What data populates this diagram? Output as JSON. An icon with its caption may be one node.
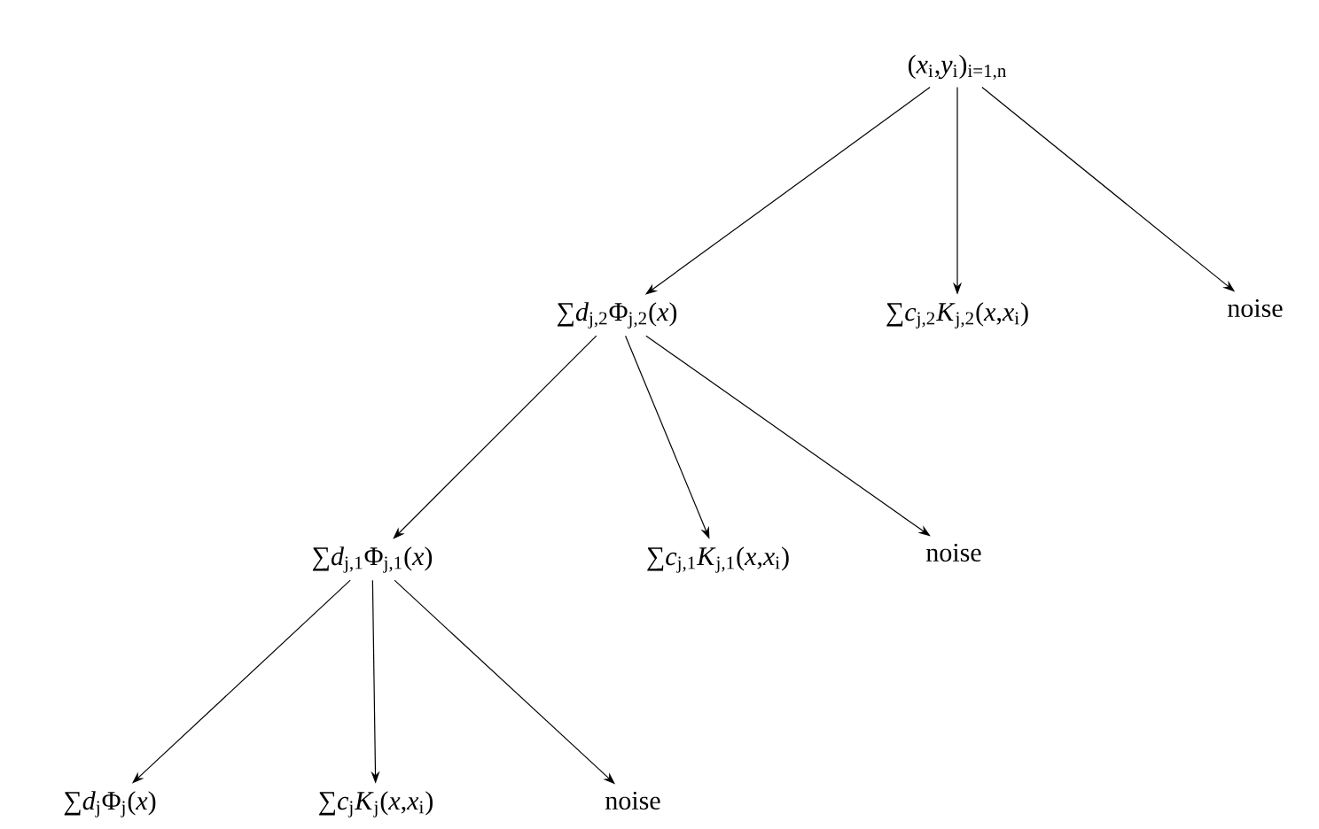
{
  "diagram": {
    "nodes": [
      {
        "text": [
          "(*x*$_{i}$,*y*$_{i}$)$_{i=1,n}$"
        ]
      },
      {
        "text": [
          "∑*d*$_{j,2}$Φ$_{j,2}$(*x*)"
        ]
      },
      {
        "text": [
          "∑*c*$_{j,2}$*K*$_{j,2}$(*x*,*x*$_{i}$)"
        ]
      },
      {
        "text": [
          "noise"
        ]
      },
      {
        "text": [
          "∑*d*$_{j,1}$Φ$_{j,1}$(*x*)"
        ]
      },
      {
        "text": [
          "∑*c*$_{j,1}$*K*$_{j,1}$(*x*,*x*$_{i}$)"
        ]
      },
      {
        "text": [
          "noise"
        ]
      },
      {
        "text": [
          "∑*d*$_{j}$Φ$_{j}$(*x*)"
        ]
      },
      {
        "text": [
          "∑*c*$_{j}$*K*$_{j}$(*x*,*x*$_{i}$)"
        ]
      },
      {
        "text": [
          "noise"
        ]
      }
    ],
    "edges": [
      {
        "from": 0,
        "to": 1,
        "arrow": "to"
      },
      {
        "from": 0,
        "to": 2,
        "arrow": "to"
      },
      {
        "from": 0,
        "to": 3,
        "arrow": "to"
      },
      {
        "from": 1,
        "to": 4,
        "arrow": "to"
      },
      {
        "from": 1,
        "to": 5,
        "arrow": "to"
      },
      {
        "from": 1,
        "to": 6,
        "arrow": "to"
      },
      {
        "from": 4,
        "to": 7,
        "arrow": "to"
      },
      {
        "from": 4,
        "to": 8,
        "arrow": "to"
      },
      {
        "from": 4,
        "to": 9,
        "arrow": "to"
      }
    ]
  }
}
